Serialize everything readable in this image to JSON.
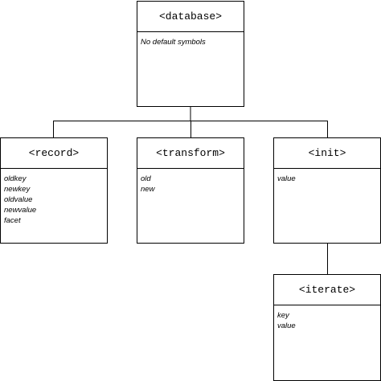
{
  "nodes": {
    "database": {
      "title": "<database>",
      "symbols": [
        "No default symbols"
      ]
    },
    "record": {
      "title": "<record>",
      "symbols": [
        "oldkey",
        "newkey",
        "oldvalue",
        "newvalue",
        "facet"
      ]
    },
    "transform": {
      "title": "<transform>",
      "symbols": [
        "old",
        "new"
      ]
    },
    "init": {
      "title": "<init>",
      "symbols": [
        "value"
      ]
    },
    "iterate": {
      "title": "<iterate>",
      "symbols": [
        "key",
        "value"
      ]
    }
  }
}
